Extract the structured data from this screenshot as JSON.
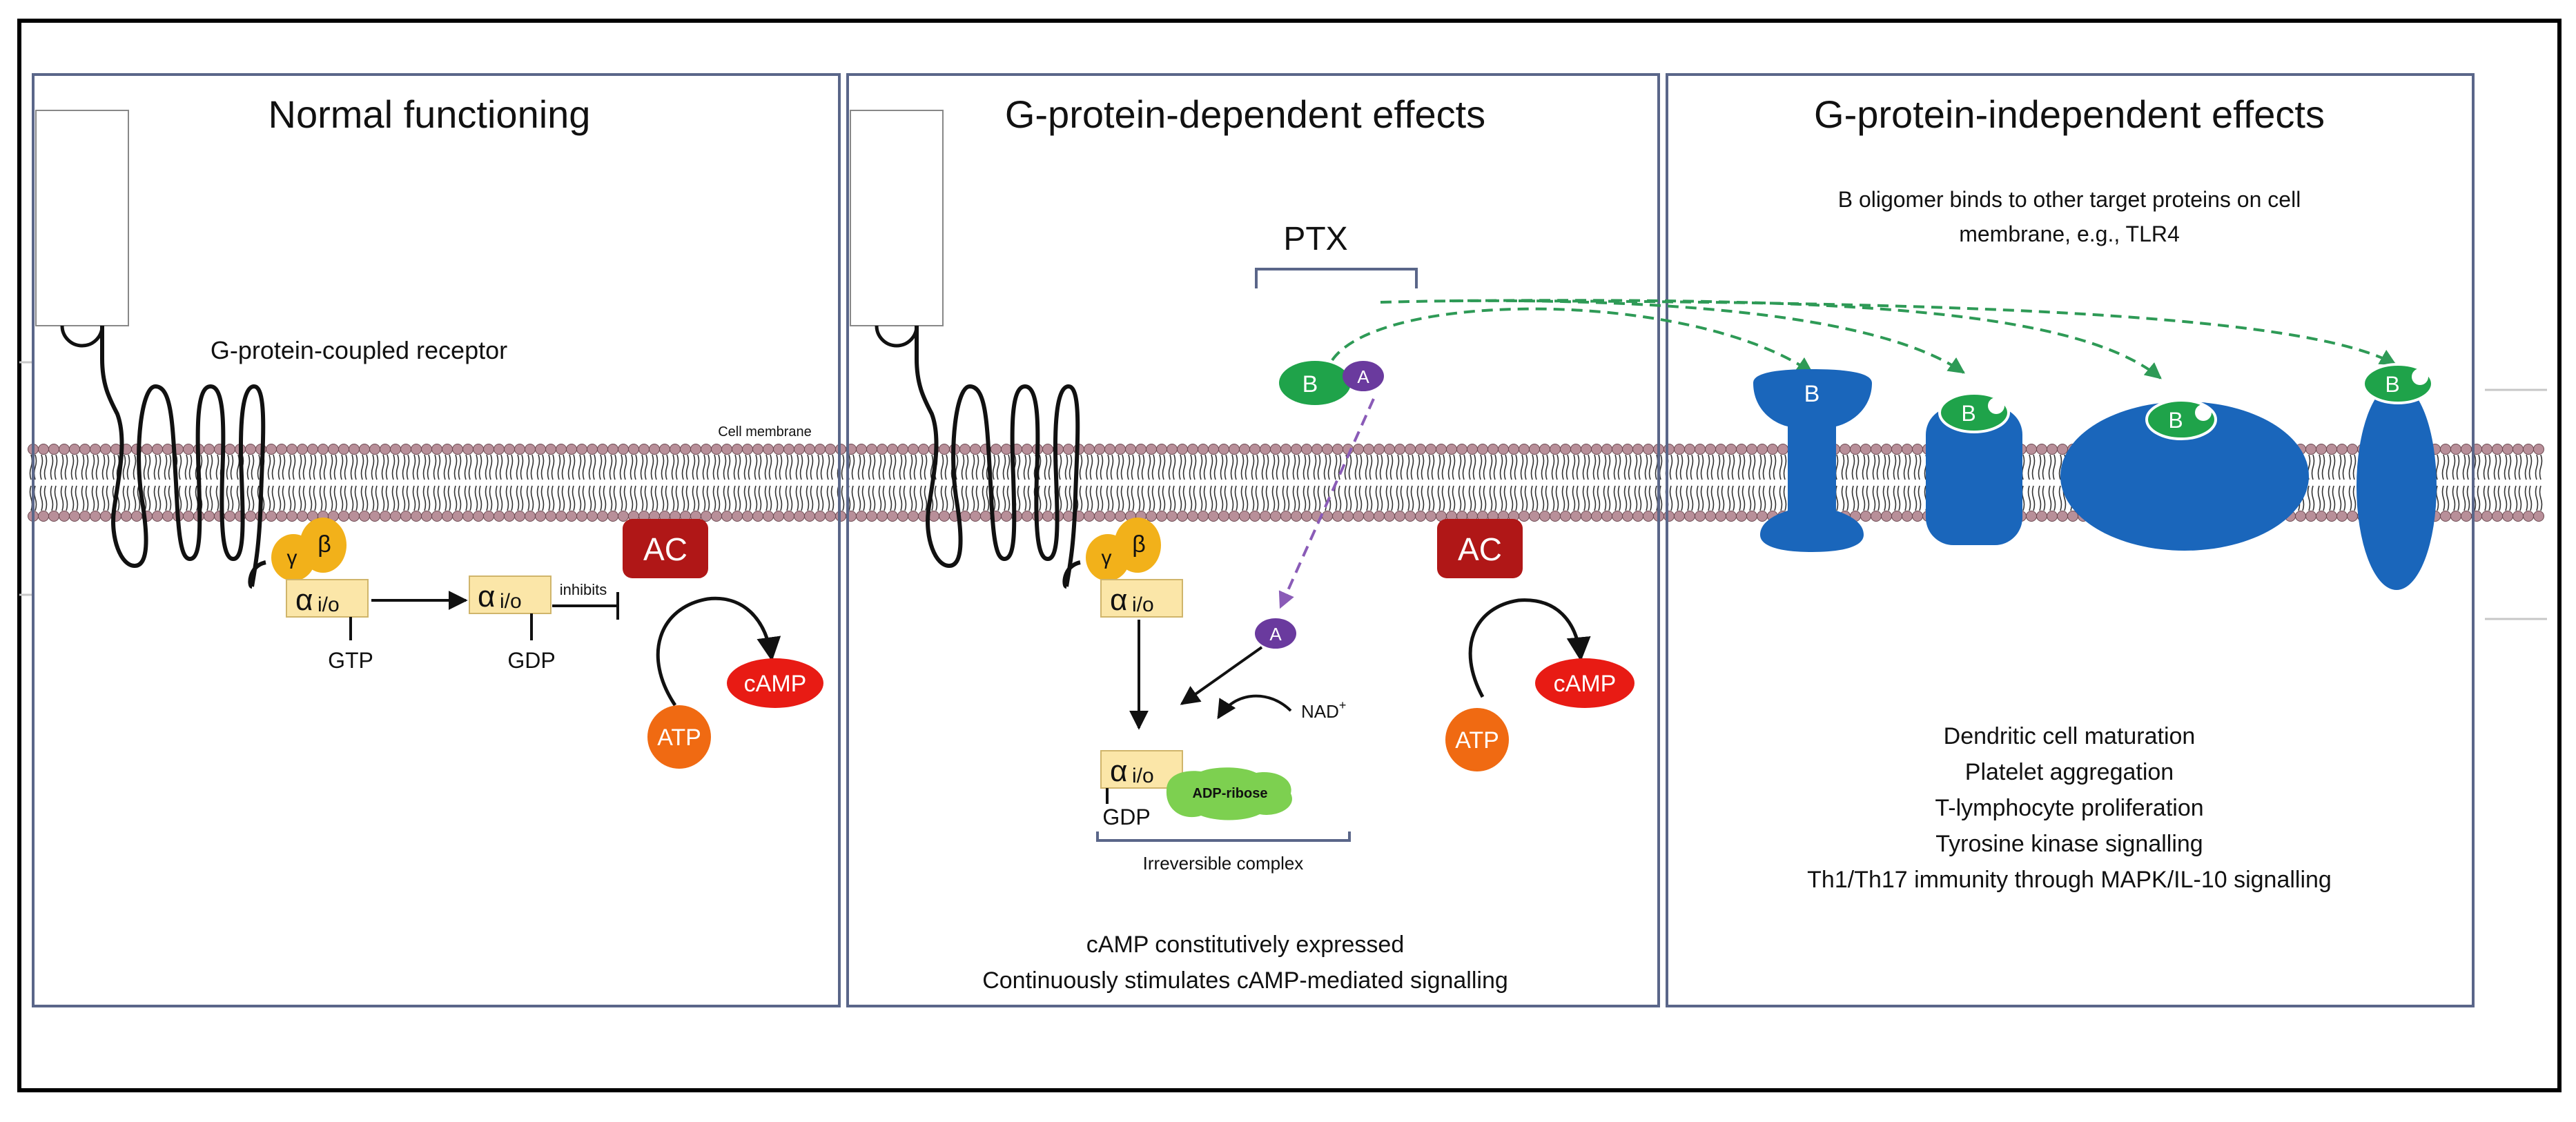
{
  "panels": [
    {
      "title": "Normal functioning"
    },
    {
      "title": "G-protein-dependent effects"
    },
    {
      "title": "G-protein-independent effects"
    }
  ],
  "labels": {
    "gpcr": "G-protein-coupled receptor",
    "cell_membrane": "Cell membrane",
    "inhibits": "inhibits",
    "gtp": "GTP",
    "gdp": "GDP",
    "ptx": "PTX",
    "nad": "NAD",
    "nad_sup": "+",
    "adp_ribose": "ADP-ribose",
    "irreversible": "Irreversible complex",
    "gamma": "γ",
    "beta": "β",
    "alpha": "α",
    "alpha_sub": "i/o",
    "ac": "AC",
    "atp": "ATP",
    "camp": "cAMP",
    "pertussis_b": "B",
    "pertussis_a": "A"
  },
  "panel2_notes": [
    "cAMP constitutively expressed",
    "Continuously stimulates cAMP-mediated signalling"
  ],
  "panel3_note": [
    "B oligomer binds to other target proteins on cell",
    "membrane, e.g., TLR4"
  ],
  "panel3_effects": [
    "Dendritic cell maturation",
    "Platelet aggregation",
    "T-lymphocyte proliferation",
    "Tyrosine kinase signalling",
    "Th1/Th17 immunity through MAPK/IL-10 signalling"
  ],
  "colors": {
    "panel_border": "#5a6689",
    "membrane_head": "#b88f99",
    "membrane_tail": "#333333",
    "beta_gamma": "#f2b11a",
    "alpha_box": "#fbe6a8",
    "ac": "#b01717",
    "atp": "#f06a12",
    "camp": "#e81b14",
    "b_subunit": "#1fa34a",
    "a_subunit": "#6a3a9e",
    "target_protein": "#1a66bb",
    "adp_ribose": "#7dd050",
    "green_arrow": "#2e9a56",
    "purple_arrow": "#8a5bb7"
  }
}
